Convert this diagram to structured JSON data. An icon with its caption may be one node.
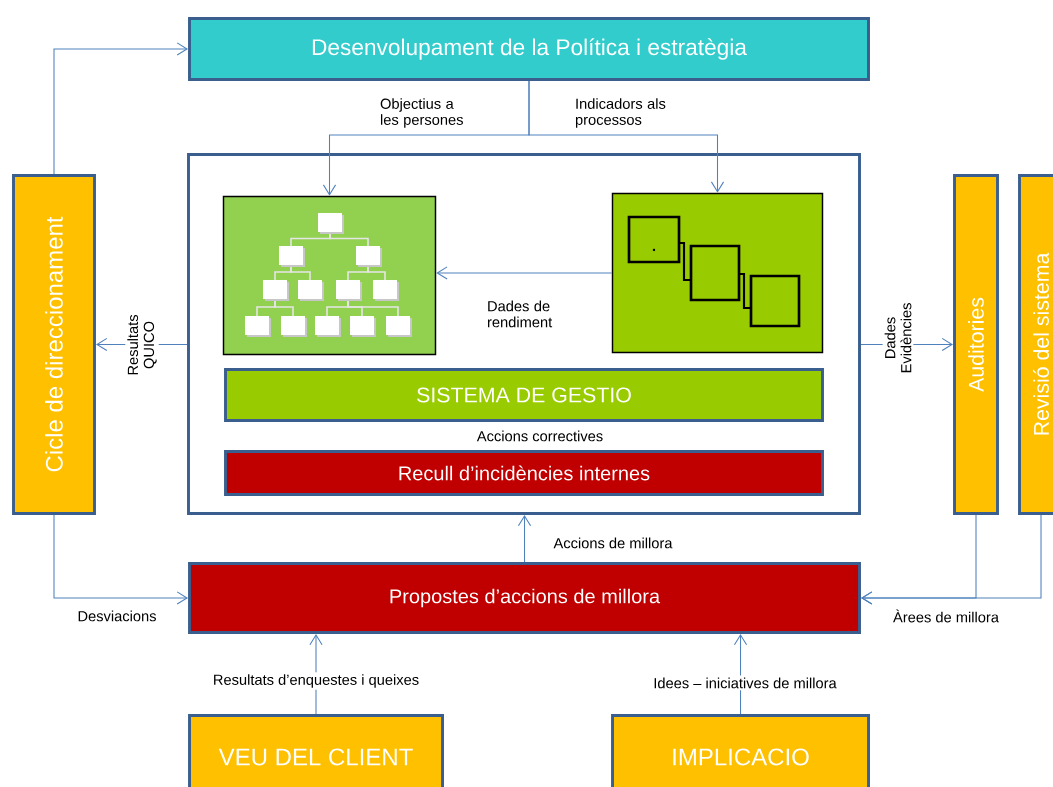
{
  "diagram": {
    "nodes": [
      {
        "text": [
          "Desenvolupament de la Política i estratègia"
        ]
      },
      {
        "text": [
          "Cicle de direccionament"
        ]
      },
      {
        "text": [],
        "shape": "box"
      },
      {
        "text": [],
        "shape": "picture",
        "in": 2
      },
      {
        "text": [],
        "shape": "picture",
        "in": 2
      },
      {
        "text": [
          "SISTEMA DE GESTIO"
        ],
        "in": 2
      },
      {
        "text": [
          "Recull d’incidències internes"
        ],
        "in": 2
      },
      {
        "text": [
          "Auditories"
        ]
      },
      {
        "text": [
          "Revisió del sistema"
        ]
      },
      {
        "text": [
          "Propostes d’accions de millora"
        ]
      },
      {
        "text": [
          "VEU DEL CLIENT"
        ]
      },
      {
        "text": [
          "IMPLICACIO"
        ]
      }
    ],
    "edges": [
      {
        "from": 1,
        "to": 0,
        "arrow": "to"
      },
      {
        "from": 0,
        "to": 3,
        "arrow": "to",
        "label": "Objectius a les persones"
      },
      {
        "from": 0,
        "to": 4,
        "arrow": "to",
        "label": "Indicadors als processos"
      },
      {
        "from": 4,
        "to": 3,
        "arrow": "to",
        "label": "Dades de rendiment"
      },
      {
        "from": 2,
        "to": 1,
        "arrow": "to",
        "label": "Resultats QUICO"
      },
      {
        "from": 2,
        "to": 7,
        "arrow": "to",
        "label": "Dades Evidències"
      },
      {
        "from": 9,
        "to": 2,
        "arrow": "to",
        "label": "Accions de millora"
      },
      {
        "from": 1,
        "to": 9,
        "arrow": "to",
        "label": "Desviacions"
      },
      {
        "from": 7,
        "to": 9,
        "arrow": "to",
        "label": "Àrees de millora"
      },
      {
        "from": 8,
        "to": 9,
        "arrow": "to"
      },
      {
        "from": 10,
        "to": 9,
        "arrow": "to",
        "label": "Resultats d’enquestes i queixes"
      },
      {
        "from": 11,
        "to": 9,
        "arrow": "to",
        "label": "Idees – iniciatives de millora"
      }
    ],
    "labels": [
      "Accions correctives"
    ]
  }
}
